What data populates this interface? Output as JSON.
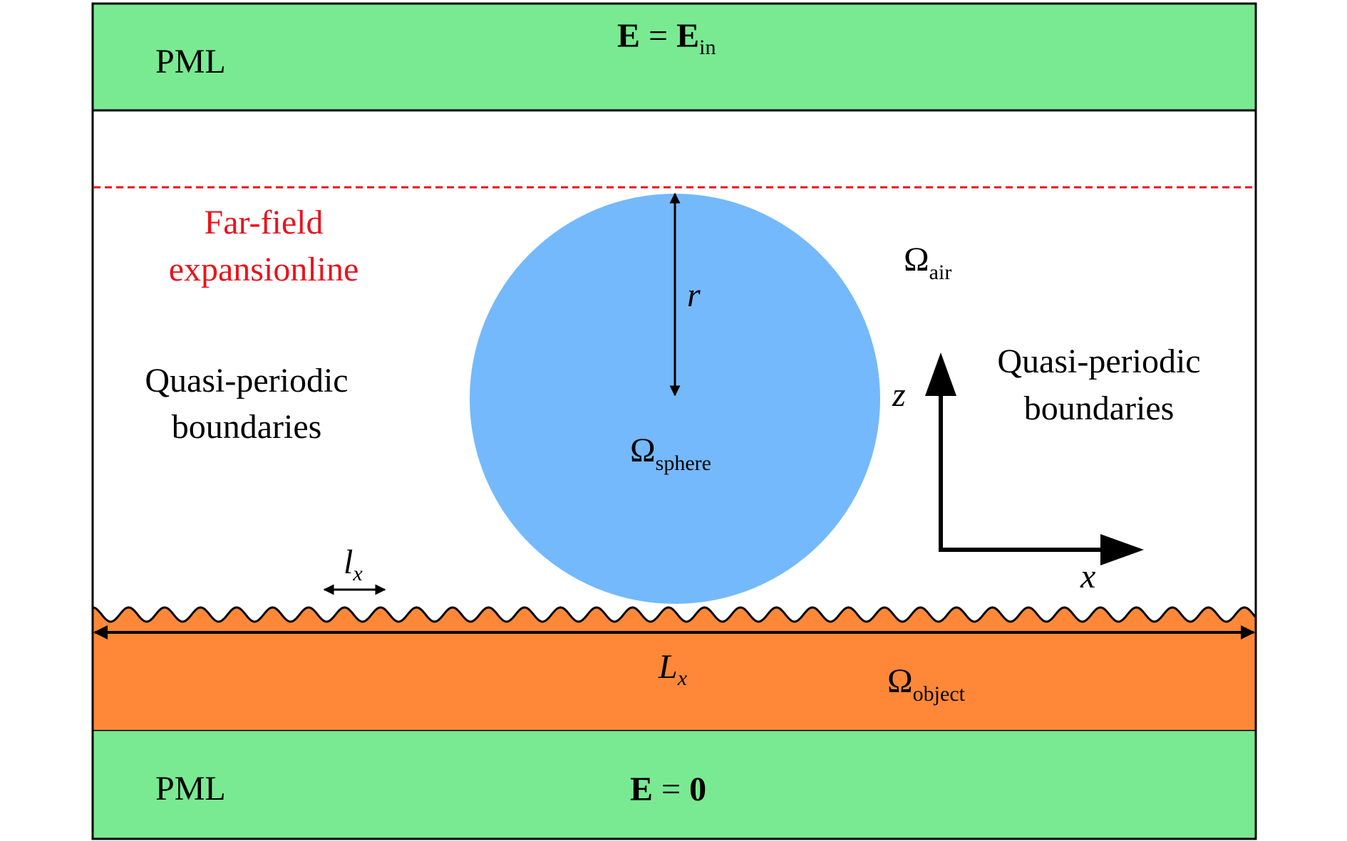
{
  "colors": {
    "pml": "#79ea92",
    "object": "#fe8838",
    "sphere": "#74b9fc",
    "far_field": "#e8141c",
    "outline": "#000000"
  },
  "top_pml": {
    "label": "PML",
    "condition_lhs": "E",
    "condition_eq": " = ",
    "condition_rhs": "E",
    "condition_rhs_sub": "in"
  },
  "bottom_pml": {
    "label": "PML",
    "condition_lhs": "E",
    "condition_eq": " = ",
    "condition_rhs": "0"
  },
  "far_field": {
    "line1": "Far-field",
    "line2": "expansionline"
  },
  "left_boundary": {
    "line1": "Quasi-periodic",
    "line2": "boundaries"
  },
  "right_boundary": {
    "line1": "Quasi-periodic",
    "line2": "boundaries"
  },
  "regions": {
    "air": {
      "symbol": "Ω",
      "sub": "air"
    },
    "sphere": {
      "symbol": "Ω",
      "sub": "sphere"
    },
    "object": {
      "symbol": "Ω",
      "sub": "object"
    }
  },
  "radius": {
    "label": "r"
  },
  "period_small": {
    "main": "l",
    "sub": "x"
  },
  "period_large": {
    "main": "L",
    "sub": "x"
  },
  "axes": {
    "z": "z",
    "x": "x"
  }
}
